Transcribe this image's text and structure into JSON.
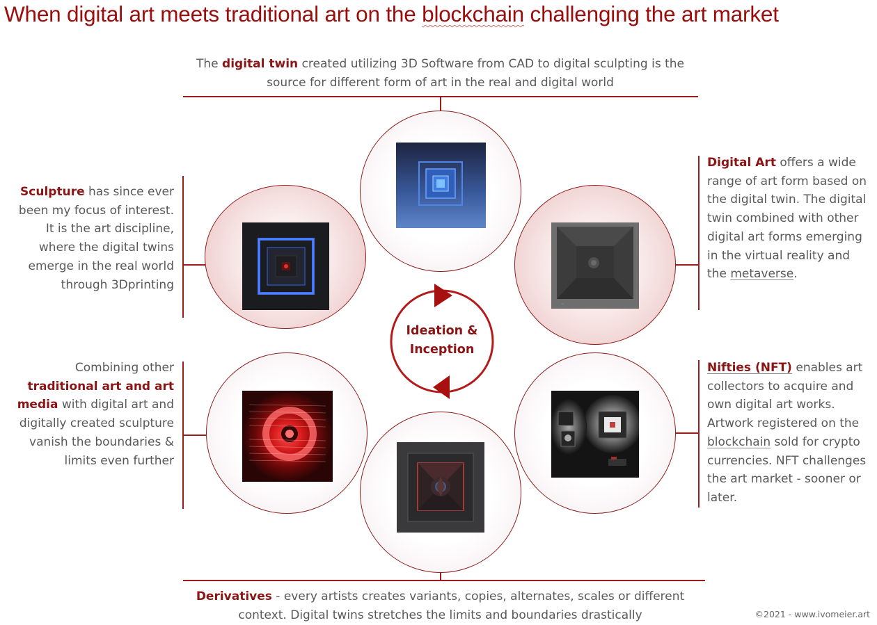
{
  "title": {
    "before": "When digital art meets traditional art on the ",
    "squiggle": "blockchain",
    "after": " challenging the art market"
  },
  "top": {
    "prefix": "The ",
    "highlight": "digital twin",
    "rest": " created utilizing 3D Software from CAD to digital sculpting is the source for different form of art in the real and digital world"
  },
  "sculpture": {
    "highlight": "Sculpture",
    "rest": " has since ever been my focus of interest. It is the art discipline, where the digital twins emerge in the real world through 3Dprinting"
  },
  "digital_art": {
    "highlight": "Digital Art",
    "rest": " offers a wide range of art form based on the digital twin. The digital twin combined with other digital art forms emerging in the virtual reality and the ",
    "link": "metaverse",
    "end": "."
  },
  "traditional": {
    "prefix": "Combining other ",
    "highlight": "traditional art and art media",
    "rest": " with digital art and digitally created sculpture vanish the boundaries & limits even further"
  },
  "nft": {
    "highlight": "Nifties (NFT)",
    "rest1": " enables art collectors to acquire and own digital art works. Artwork registered on the ",
    "link": "blockchain",
    "rest2": " sold for crypto currencies. NFT challenges the art market - sooner or later."
  },
  "center": {
    "line1": "Ideation &",
    "line2": "Inception"
  },
  "bottom": {
    "highlight": "Derivatives",
    "rest": "  - every artists creates variants, copies, alternates, scales or different context. Digital twins stretches the limits and boundaries drastically"
  },
  "copyright": "©2021 - www.ivomeier.art",
  "colors": {
    "accent": "#9b0d0d",
    "text": "#595959",
    "line": "#9c1c1c"
  }
}
